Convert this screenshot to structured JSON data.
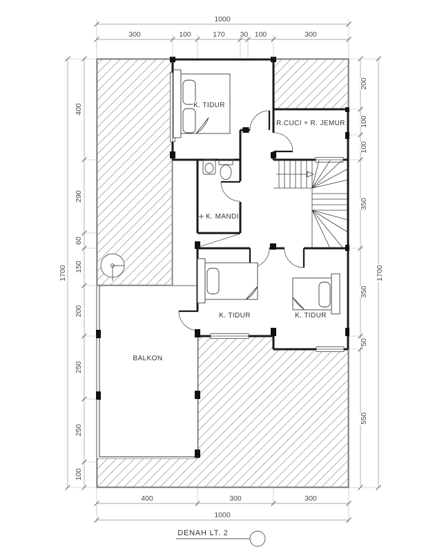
{
  "drawing": {
    "title": "DENAH LT. 2",
    "rooms": {
      "bedroom_top": "K. TIDUR",
      "laundry": "R.CUCI + R. JEMUR",
      "bathroom": "K. MANDI",
      "bedroom_mid": "K. TIDUR",
      "bedroom_right": "K. TIDUR",
      "balcony": "BALKON"
    },
    "dimensions": {
      "top": {
        "total": "1000",
        "segments": [
          "300",
          "100",
          "170",
          "30",
          "100",
          "300"
        ]
      },
      "bottom": {
        "total": "1000",
        "segments": [
          "400",
          "300",
          "300"
        ]
      },
      "left": {
        "total": "1700",
        "segments": [
          "400",
          "290",
          "60",
          "150",
          "200",
          "250",
          "250",
          "100"
        ]
      },
      "right": {
        "total": "1700",
        "segments": [
          "200",
          "100",
          "100",
          "350",
          "350",
          "50",
          "550"
        ]
      }
    },
    "colors": {
      "wall": "#1a1a1a",
      "hatch": "#a6a6a6",
      "dim_line": "#8f8f8f",
      "text": "#3d3d3d"
    }
  }
}
